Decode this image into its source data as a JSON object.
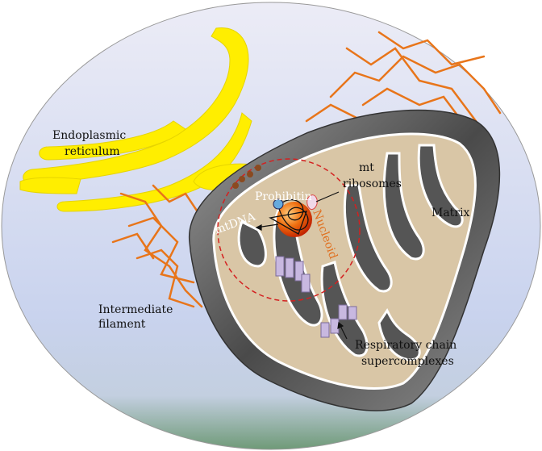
{
  "labels": {
    "er_line1": "Endoplasmic",
    "er_line2": "reticulum",
    "ribo_line1": "mt",
    "ribo_line2": "ribosomes",
    "prohibitin": "Prohibitin",
    "mtdna": "mtDNA",
    "nucleoid": "Nucleoid",
    "matrix": "Matrix",
    "if_line1": "Intermediate",
    "if_line2": "filament",
    "rc_line1": "Respiratory chain",
    "rc_line2": "supercomplexes"
  },
  "colors": {
    "background_top": "#e6e6f4",
    "background_bottom": "#6f9a78",
    "er": "#ffee00",
    "filament": "#e8751a",
    "mito_outer": "#555555",
    "mito_inner": "#d9c6a6",
    "nucleoid_circle": "#d42020"
  }
}
